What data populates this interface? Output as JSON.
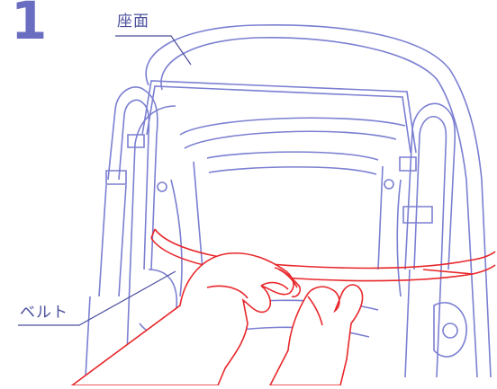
{
  "step_number": "1",
  "labels": {
    "seat": "座面",
    "belt": "ベルト"
  },
  "colors": {
    "outline": "#7b7fd1",
    "outline_dark": "#5a5eb0",
    "belt": "#e8262a",
    "label": "#4b4f9c",
    "step": "#6a6ec0"
  }
}
